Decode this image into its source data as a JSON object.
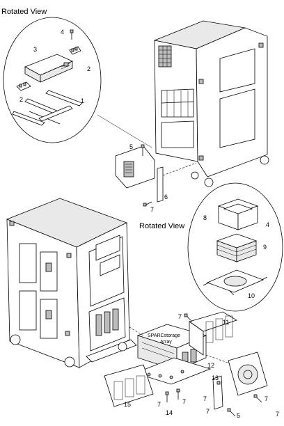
{
  "figure": {
    "labels": {
      "rotated_view_top": "Rotated View",
      "rotated_view_bottom": "Rotated View",
      "product_label_line1": "SPARCstorage",
      "product_label_line2": "Array"
    },
    "callouts": {
      "c1": "1",
      "c2a": "2",
      "c2b": "2",
      "c3": "3",
      "c4a": "4",
      "c5a": "5",
      "c6": "6",
      "c7a": "7",
      "c8": "8",
      "c4b": "4",
      "c9": "9",
      "c10": "10",
      "c7b": "7",
      "c11": "11",
      "c12": "12",
      "c13": "13",
      "c7c": "7",
      "c14": "14",
      "c15": "15",
      "c7d": "7",
      "c7e": "7",
      "c7f": "7",
      "c7g": "7",
      "c5b": "5",
      "c7h": "7"
    }
  }
}
